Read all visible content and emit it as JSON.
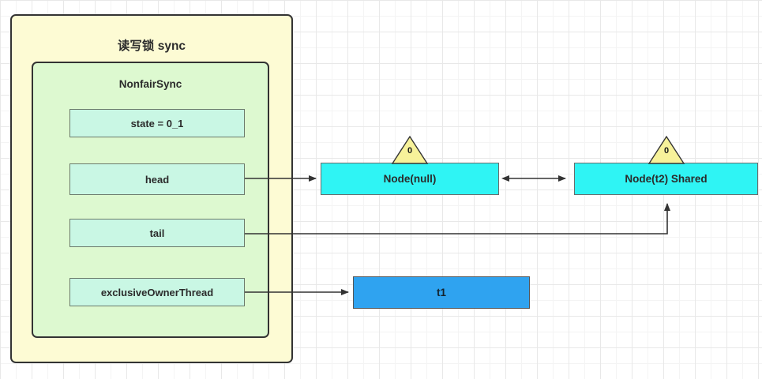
{
  "diagram": {
    "title_outer": "读写锁 sync",
    "title_inner": "NonfairSync",
    "fields": [
      {
        "id": "state",
        "label": "state = 0_1"
      },
      {
        "id": "head",
        "label": "head"
      },
      {
        "id": "tail",
        "label": "tail"
      },
      {
        "id": "exclusiveOwnerThread",
        "label": "exclusiveOwnerThread"
      }
    ],
    "nodes": [
      {
        "id": "node-null",
        "label": "Node(null)",
        "waitStatus": "0"
      },
      {
        "id": "node-t2",
        "label": "Node(t2) Shared",
        "waitStatus": "0"
      }
    ],
    "thread": {
      "label": "t1"
    },
    "colors": {
      "outer_fill": "#fdfbd4",
      "inner_fill": "#ddf9d0",
      "field_fill": "#c9f7e4",
      "node_fill": "#2ff4f4",
      "thread_fill": "#2fa3f0",
      "marker_fill": "#f7f29a",
      "stroke": "#333333",
      "grid": "#e8e8e8"
    },
    "edges": [
      {
        "id": "head-to-node-null",
        "from": "head",
        "to": "node-null",
        "arrow": "single"
      },
      {
        "id": "node-null-to-node-t2",
        "from": "node-null",
        "to": "node-t2",
        "arrow": "double"
      },
      {
        "id": "tail-to-node-t2",
        "from": "tail",
        "to": "node-t2",
        "arrow": "single"
      },
      {
        "id": "owner-to-t1",
        "from": "exclusiveOwnerThread",
        "to": "t1",
        "arrow": "single"
      }
    ]
  }
}
